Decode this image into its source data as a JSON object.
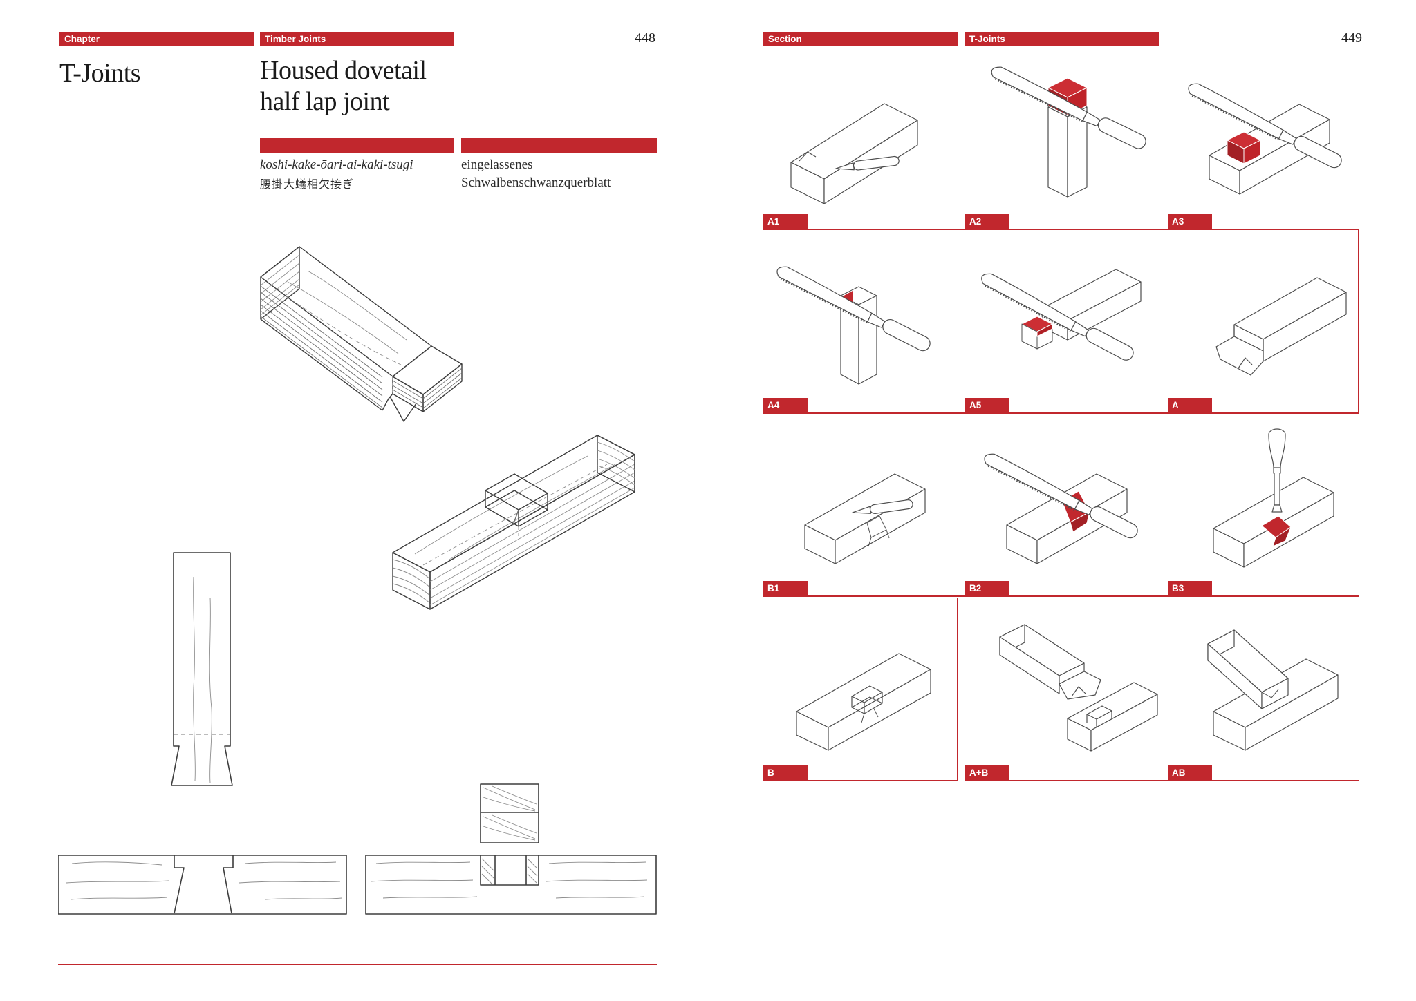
{
  "accent_color": "#c1272d",
  "left_page": {
    "header": {
      "chapter_tag": "Chapter",
      "book_tag": "Timber Joints",
      "page_number": "448"
    },
    "chapter_title": "T-Joints",
    "joint_title_line1": "Housed dovetail",
    "joint_title_line2": "half lap joint",
    "names": {
      "romaji": "koshi-kake-ōari-ai-kaki-tsugi",
      "japanese": "腰掛大蟻相欠接ぎ",
      "german_line1": "eingelassenes",
      "german_line2": "Schwalbenschwanzquerblatt"
    }
  },
  "right_page": {
    "header": {
      "section_tag": "Section",
      "section_title": "T-Joints",
      "page_number": "449"
    },
    "steps": [
      {
        "id": "A1",
        "figure": "marking-knife-on-beam"
      },
      {
        "id": "A2",
        "figure": "sawing-post-top-waste-highlighted"
      },
      {
        "id": "A3",
        "figure": "sawing-beam-end-waste-highlighted"
      },
      {
        "id": "A4",
        "figure": "sawing-post-cheek-waste-highlighted"
      },
      {
        "id": "A5",
        "figure": "sawing-beam-cheek-waste-highlighted"
      },
      {
        "id": "A",
        "figure": "finished-dovetail-lap-end"
      },
      {
        "id": "B1",
        "figure": "marking-dovetail-socket"
      },
      {
        "id": "B2",
        "figure": "sawing-socket-walls-waste-highlighted"
      },
      {
        "id": "B3",
        "figure": "chiselling-socket-waste-highlighted"
      },
      {
        "id": "B",
        "figure": "finished-dovetail-socket"
      },
      {
        "id": "A+B",
        "figure": "parts-before-assembly"
      },
      {
        "id": "AB",
        "figure": "assembled-joint"
      }
    ]
  }
}
